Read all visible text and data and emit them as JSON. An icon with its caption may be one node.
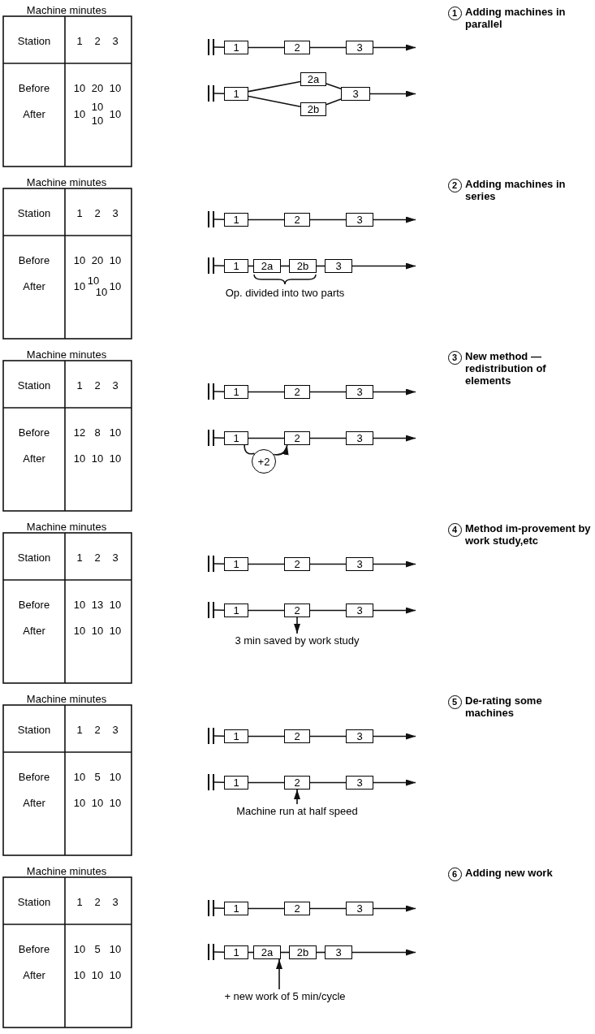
{
  "diagram": {
    "nodes": [
      {
        "text": [],
        "shape": "bar"
      },
      {
        "text": [
          "1"
        ]
      },
      {
        "text": [
          "2"
        ]
      },
      {
        "text": [
          "3"
        ]
      },
      {
        "text": [],
        "shape": "bar"
      },
      {
        "text": [
          "1"
        ]
      },
      {
        "text": [
          "2a"
        ]
      },
      {
        "text": [
          "2b"
        ]
      },
      {
        "text": [
          "3"
        ]
      },
      {
        "text": [],
        "shape": "bar"
      },
      {
        "text": [
          "1"
        ]
      },
      {
        "text": [
          "2"
        ]
      },
      {
        "text": [
          "3"
        ]
      },
      {
        "text": [],
        "shape": "bar"
      },
      {
        "text": [
          "1"
        ]
      },
      {
        "text": [
          "2a"
        ]
      },
      {
        "text": [
          "2b"
        ]
      },
      {
        "text": [
          "3"
        ]
      },
      {
        "text": [],
        "shape": "bar"
      },
      {
        "text": [
          "1"
        ]
      },
      {
        "text": [
          "2"
        ]
      },
      {
        "text": [
          "3"
        ]
      },
      {
        "text": [],
        "shape": "bar"
      },
      {
        "text": [
          "1"
        ]
      },
      {
        "text": [
          "2"
        ]
      },
      {
        "text": [
          "3"
        ]
      },
      {
        "text": [
          "+2"
        ]
      },
      {
        "text": [],
        "shape": "bar"
      },
      {
        "text": [
          "1"
        ]
      },
      {
        "text": [
          "2"
        ]
      },
      {
        "text": [
          "3"
        ]
      },
      {
        "text": [],
        "shape": "bar"
      },
      {
        "text": [
          "1"
        ]
      },
      {
        "text": [
          "2"
        ]
      },
      {
        "text": [
          "3"
        ]
      },
      {
        "text": [
          "3 min saved by work study"
        ]
      },
      {
        "text": [],
        "shape": "bar"
      },
      {
        "text": [
          "1"
        ]
      },
      {
        "text": [
          "2"
        ]
      },
      {
        "text": [
          "3"
        ]
      },
      {
        "text": [],
        "shape": "bar"
      },
      {
        "text": [
          "1"
        ]
      },
      {
        "text": [
          "2"
        ]
      },
      {
        "text": [
          "3"
        ]
      },
      {
        "text": [
          "Machine run at half speed"
        ]
      },
      {
        "text": [],
        "shape": "bar"
      },
      {
        "text": [
          "1"
        ]
      },
      {
        "text": [
          "2"
        ]
      },
      {
        "text": [
          "3"
        ]
      },
      {
        "text": [],
        "shape": "bar"
      },
      {
        "text": [
          "1"
        ]
      },
      {
        "text": [
          "2a"
        ]
      },
      {
        "text": [
          "2b"
        ]
      },
      {
        "text": [
          "3"
        ]
      },
      {
        "text": [
          "+ new work of 5 min/cycle"
        ]
      }
    ],
    "edges": [
      {
        "from": 0,
        "to": 1,
        "arrow": "none"
      },
      {
        "from": 1,
        "to": 2,
        "arrow": "none"
      },
      {
        "from": 2,
        "to": 3,
        "arrow": "none"
      },
      {
        "from": 3,
        "to": null,
        "arrow": "to"
      },
      {
        "from": 4,
        "to": 5,
        "arrow": "none"
      },
      {
        "from": 5,
        "to": 6,
        "arrow": "none"
      },
      {
        "from": 5,
        "to": 7,
        "arrow": "none"
      },
      {
        "from": 6,
        "to": 8,
        "arrow": "none"
      },
      {
        "from": 7,
        "to": 8,
        "arrow": "none"
      },
      {
        "from": 8,
        "to": null,
        "arrow": "to"
      },
      {
        "from": 9,
        "to": 10,
        "arrow": "none"
      },
      {
        "from": 10,
        "to": 11,
        "arrow": "none"
      },
      {
        "from": 11,
        "to": 12,
        "arrow": "none"
      },
      {
        "from": 12,
        "to": null,
        "arrow": "to"
      },
      {
        "from": 13,
        "to": 14,
        "arrow": "none"
      },
      {
        "from": 14,
        "to": 15,
        "arrow": "none"
      },
      {
        "from": 15,
        "to": 16,
        "arrow": "none"
      },
      {
        "from": 16,
        "to": 17,
        "arrow": "none"
      },
      {
        "from": 17,
        "to": null,
        "arrow": "to"
      },
      {
        "from": 18,
        "to": 19,
        "arrow": "none"
      },
      {
        "from": 19,
        "to": 20,
        "arrow": "none"
      },
      {
        "from": 20,
        "to": 21,
        "arrow": "none"
      },
      {
        "from": 21,
        "to": null,
        "arrow": "to"
      },
      {
        "from": 22,
        "to": 23,
        "arrow": "none"
      },
      {
        "from": 23,
        "to": 24,
        "arrow": "none"
      },
      {
        "from": 24,
        "to": 25,
        "arrow": "none"
      },
      {
        "from": 25,
        "to": null,
        "arrow": "to"
      },
      {
        "from": 23,
        "to": 26,
        "arrow": "none"
      },
      {
        "from": 26,
        "to": 24,
        "arrow": "to"
      },
      {
        "from": 27,
        "to": 28,
        "arrow": "none"
      },
      {
        "from": 28,
        "to": 29,
        "arrow": "none"
      },
      {
        "from": 29,
        "to": 30,
        "arrow": "none"
      },
      {
        "from": 30,
        "to": null,
        "arrow": "to"
      },
      {
        "from": 31,
        "to": 32,
        "arrow": "none"
      },
      {
        "from": 32,
        "to": 33,
        "arrow": "none"
      },
      {
        "from": 33,
        "to": 34,
        "arrow": "none"
      },
      {
        "from": 34,
        "to": null,
        "arrow": "to"
      },
      {
        "from": 33,
        "to": 35,
        "arrow": "to"
      },
      {
        "from": 36,
        "to": 37,
        "arrow": "none"
      },
      {
        "from": 37,
        "to": 38,
        "arrow": "none"
      },
      {
        "from": 38,
        "to": 39,
        "arrow": "none"
      },
      {
        "from": 39,
        "to": null,
        "arrow": "to"
      },
      {
        "from": 40,
        "to": 41,
        "arrow": "none"
      },
      {
        "from": 41,
        "to": 42,
        "arrow": "none"
      },
      {
        "from": 42,
        "to": 43,
        "arrow": "none"
      },
      {
        "from": 43,
        "to": null,
        "arrow": "to"
      },
      {
        "from": 44,
        "to": 42,
        "arrow": "to"
      },
      {
        "from": 45,
        "to": 46,
        "arrow": "none"
      },
      {
        "from": 46,
        "to": 47,
        "arrow": "none"
      },
      {
        "from": 47,
        "to": 48,
        "arrow": "none"
      },
      {
        "from": 48,
        "to": null,
        "arrow": "to"
      },
      {
        "from": 49,
        "to": 50,
        "arrow": "none"
      },
      {
        "from": 50,
        "to": 51,
        "arrow": "none"
      },
      {
        "from": 51,
        "to": 52,
        "arrow": "none"
      },
      {
        "from": 52,
        "to": 53,
        "arrow": "none"
      },
      {
        "from": 53,
        "to": null,
        "arrow": "to"
      },
      {
        "from": 54,
        "to": 51,
        "arrow": "to"
      }
    ],
    "labels": [
      "Machine minutes",
      "Station",
      "1",
      "2",
      "3",
      "Before",
      "10",
      "20",
      "10",
      "After",
      "10",
      "10",
      "10",
      "10",
      "1",
      "Adding machines in parallel",
      "Machine minutes",
      "Station",
      "1",
      "2",
      "3",
      "Before",
      "10",
      "20",
      "10",
      "After",
      "10",
      "10",
      "10",
      "10",
      "2",
      "Adding machines in series",
      "Op. divided into two parts",
      "Machine minutes",
      "Station",
      "1",
      "2",
      "3",
      "Before",
      "12",
      "8",
      "10",
      "After",
      "10",
      "10",
      "10",
      "3",
      "New method — redistribution of elements",
      "Machine minutes",
      "Station",
      "1",
      "2",
      "3",
      "Before",
      "10",
      "13",
      "10",
      "After",
      "10",
      "10",
      "10",
      "4",
      "Method im-provement by work study,etc",
      "Machine minutes",
      "Station",
      "1",
      "2",
      "3",
      "Before",
      "10",
      "5",
      "10",
      "After",
      "10",
      "10",
      "10",
      "5",
      "De-rating some machines",
      "Machine minutes",
      "Station",
      "1",
      "2",
      "3",
      "Before",
      "10",
      "5",
      "10",
      "After",
      "10",
      "10",
      "10",
      "6",
      "Adding new work"
    ]
  }
}
